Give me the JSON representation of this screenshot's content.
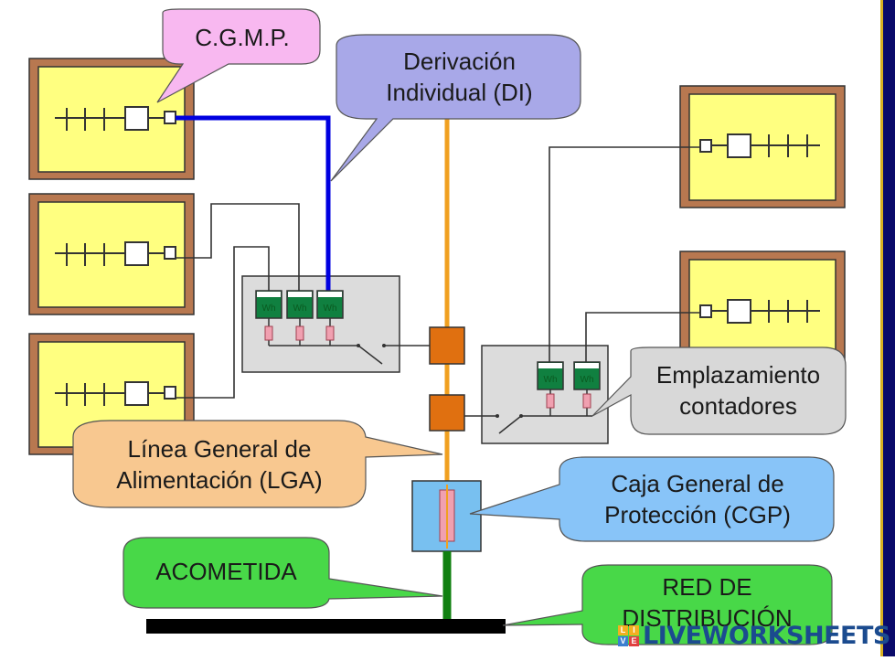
{
  "labels": {
    "cgmp": "C.G.M.P.",
    "di": [
      "Derivación",
      "Individual (DI)"
    ],
    "emplazamiento": [
      "Emplazamiento",
      "contadores"
    ],
    "lga": [
      "Línea General de",
      "Alimentación (LGA)"
    ],
    "cgp": [
      "Caja General de",
      "Protección (CGP)"
    ],
    "acometida": "ACOMETIDA",
    "red": [
      "RED DE",
      "DISTRIBUCIÓN"
    ]
  },
  "meter_label": "Wh",
  "watermark": {
    "text": "LIVEWORKSHEETS",
    "logo_letters": [
      "L",
      "I",
      "V",
      "E"
    ],
    "logo_colors": [
      "#f2b020",
      "#f2b020",
      "#3a7fd0",
      "#e04040"
    ]
  },
  "colors": {
    "dwelling_fill": "#ffff80",
    "dwelling_frame": "#b87850",
    "di_line": "#0000e0",
    "lga_line": "#f0a020",
    "acometida_line": "#108010",
    "meter_green": "#108040",
    "cgp_fill": "#78c0f0",
    "fuse_fill": "#f0a0b0",
    "junction_orange": "#e07010",
    "panel_gray": "#dcdcdc",
    "bubble_cgmp": "#f8b8f0",
    "bubble_di": "#a8a8e8",
    "bubble_lga": "#f8c890",
    "bubble_cgp": "#88c4f8",
    "bubble_green": "#48d848",
    "bubble_gray": "#d8d8d8",
    "accent_bar": "#0a0a6a"
  }
}
